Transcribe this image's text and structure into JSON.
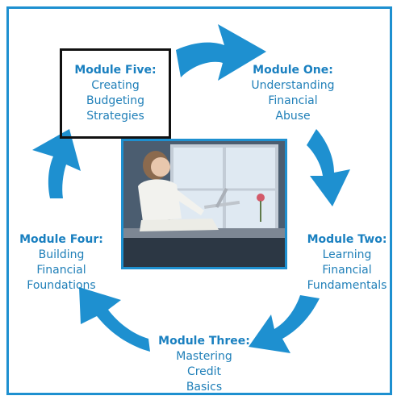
{
  "diagram": {
    "modules": [
      {
        "id": "five",
        "title": "Module Five:",
        "lines": [
          "Creating",
          "Budgeting",
          "Strategies"
        ],
        "highlighted": true
      },
      {
        "id": "one",
        "title": "Module One:",
        "lines": [
          "Understanding",
          "Financial",
          "Abuse"
        ],
        "highlighted": false
      },
      {
        "id": "two",
        "title": "Module Two:",
        "lines": [
          "Learning",
          "Financial",
          "Fundamentals"
        ],
        "highlighted": false
      },
      {
        "id": "three",
        "title": "Module Three:",
        "lines": [
          "Mastering",
          "Credit",
          "Basics"
        ],
        "highlighted": false
      },
      {
        "id": "four",
        "title": "Module Four:",
        "lines": [
          "Building",
          "Financial",
          "Foundations"
        ],
        "highlighted": false
      }
    ],
    "colors": {
      "accent": "#1e90d0",
      "text": "#1f7fb8",
      "highlight_border": "#111111"
    },
    "center_image": "woman-using-laptop-photo",
    "arrow_direction": "clockwise"
  }
}
